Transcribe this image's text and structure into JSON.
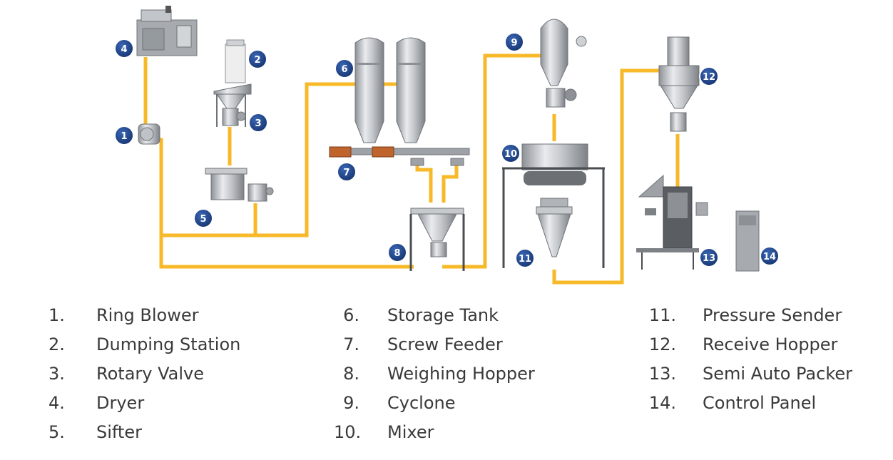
{
  "diagram": {
    "badges": [
      "1",
      "2",
      "3",
      "4",
      "5",
      "6",
      "7",
      "8",
      "9",
      "10",
      "11",
      "12",
      "13",
      "14"
    ]
  },
  "legend": {
    "column1": [
      {
        "number": "1.",
        "label": "Ring Blower"
      },
      {
        "number": "2.",
        "label": "Dumping Station"
      },
      {
        "number": "3.",
        "label": "Rotary Valve"
      },
      {
        "number": "4.",
        "label": "Dryer"
      },
      {
        "number": "5.",
        "label": "Sifter"
      }
    ],
    "column2": [
      {
        "number": "6.",
        "label": "Storage Tank"
      },
      {
        "number": "7.",
        "label": "Screw Feeder"
      },
      {
        "number": "8.",
        "label": "Weighing Hopper"
      },
      {
        "number": "9.",
        "label": "Cyclone"
      },
      {
        "number": "10.",
        "label": "Mixer"
      }
    ],
    "column3": [
      {
        "number": "11.",
        "label": "Pressure Sender"
      },
      {
        "number": "12.",
        "label": "Receive Hopper"
      },
      {
        "number": "13.",
        "label": "Semi Auto Packer"
      },
      {
        "number": "14.",
        "label": "Control Panel"
      }
    ]
  },
  "colors": {
    "pipe": "#f7b928",
    "badge": "#1d3f82",
    "badge_border": "#ffffff",
    "metal": "#b9bcc0",
    "motor": "#c0642e"
  }
}
